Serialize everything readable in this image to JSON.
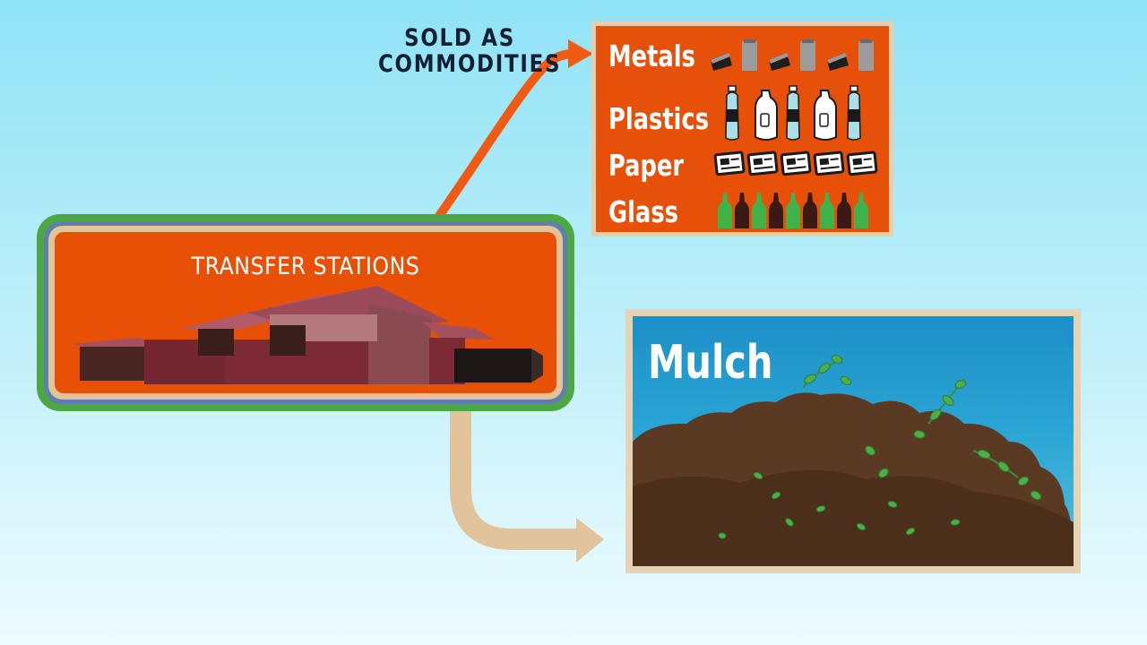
{
  "commodities_label": {
    "line1": "SOLD AS",
    "line2": "COMMODITIES"
  },
  "transfer_stations": {
    "title": "TRANSFER STATIONS"
  },
  "materials": [
    {
      "label": "Metals",
      "icon": "can-icon"
    },
    {
      "label": "Plastics",
      "icon": "bottle-icon"
    },
    {
      "label": "Paper",
      "icon": "newspaper-icon"
    },
    {
      "label": "Glass",
      "icon": "glass-bottle-icon"
    }
  ],
  "mulch": {
    "title": "Mulch"
  },
  "colors": {
    "orange": "#e85006",
    "arrow_orange": "#f05a12",
    "arrow_tan": "#e1c39c",
    "frame_green": "#4da843",
    "frame_blue": "#5f7fae",
    "frame_tan": "#e2c39a",
    "soil": "#5a3a22",
    "leaf": "#4bb04a"
  }
}
